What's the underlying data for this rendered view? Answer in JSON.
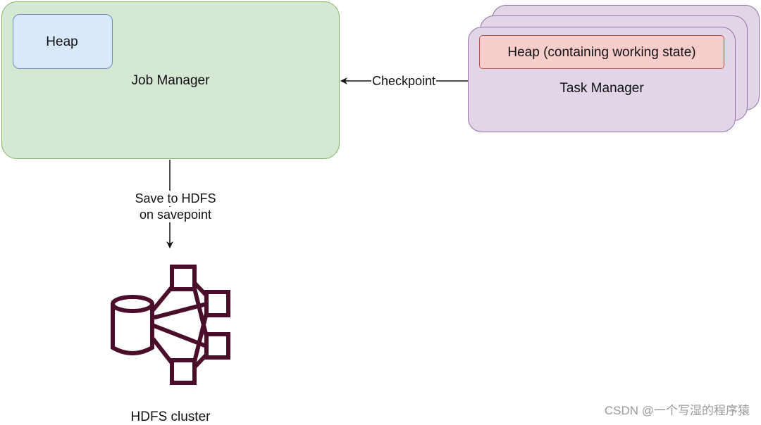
{
  "job_manager": {
    "heap_label": "Heap",
    "title": "Job Manager"
  },
  "task_manager": {
    "heap_label": "Heap (containing working state)",
    "title": "Task Manager"
  },
  "edges": {
    "checkpoint_label": "Checkpoint",
    "save_label_line1": "Save to HDFS",
    "save_label_line2": "on savepoint"
  },
  "hdfs": {
    "icon": "hdfs-cluster-icon",
    "label": "HDFS cluster"
  },
  "watermark": "CSDN @一个写湿的程序猿",
  "colors": {
    "job_manager_fill": "#d5e8d4",
    "job_manager_stroke": "#82b366",
    "heap_blue_fill": "#dae8fc",
    "heap_blue_stroke": "#6c8ebf",
    "task_manager_fill": "#e1d5e7",
    "task_manager_stroke": "#9673a6",
    "heap_red_fill": "#f8cecc",
    "heap_red_stroke": "#b85450",
    "hdfs_icon": "#4a0e2a"
  }
}
